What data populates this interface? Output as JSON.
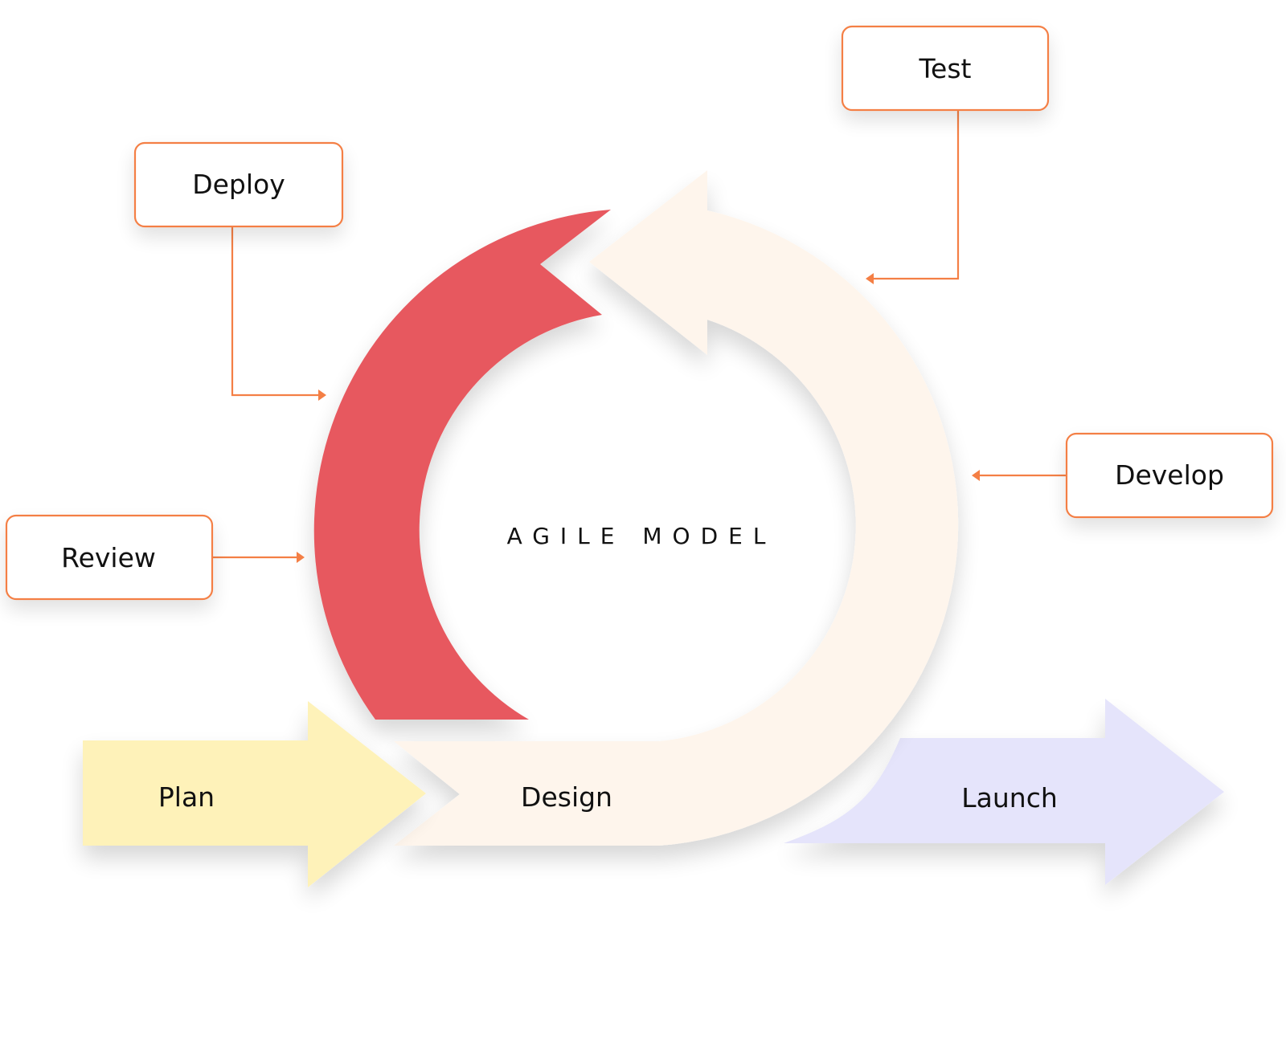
{
  "title": "AGILE MODEL",
  "colors": {
    "review_deploy_arc": "#E7595E",
    "develop_test_arc": "#FEF5EC",
    "plan_arrow": "#FEF2B9",
    "launch_arrow": "#E5E4FB",
    "connector": "#F47F45",
    "box_border": "#F47F45",
    "box_fill": "#FFFFFF",
    "text": "#111111"
  },
  "stages": {
    "plan": "Plan",
    "design": "Design",
    "launch": "Launch"
  },
  "callouts": {
    "test": "Test",
    "deploy": "Deploy",
    "review": "Review",
    "develop": "Develop"
  }
}
